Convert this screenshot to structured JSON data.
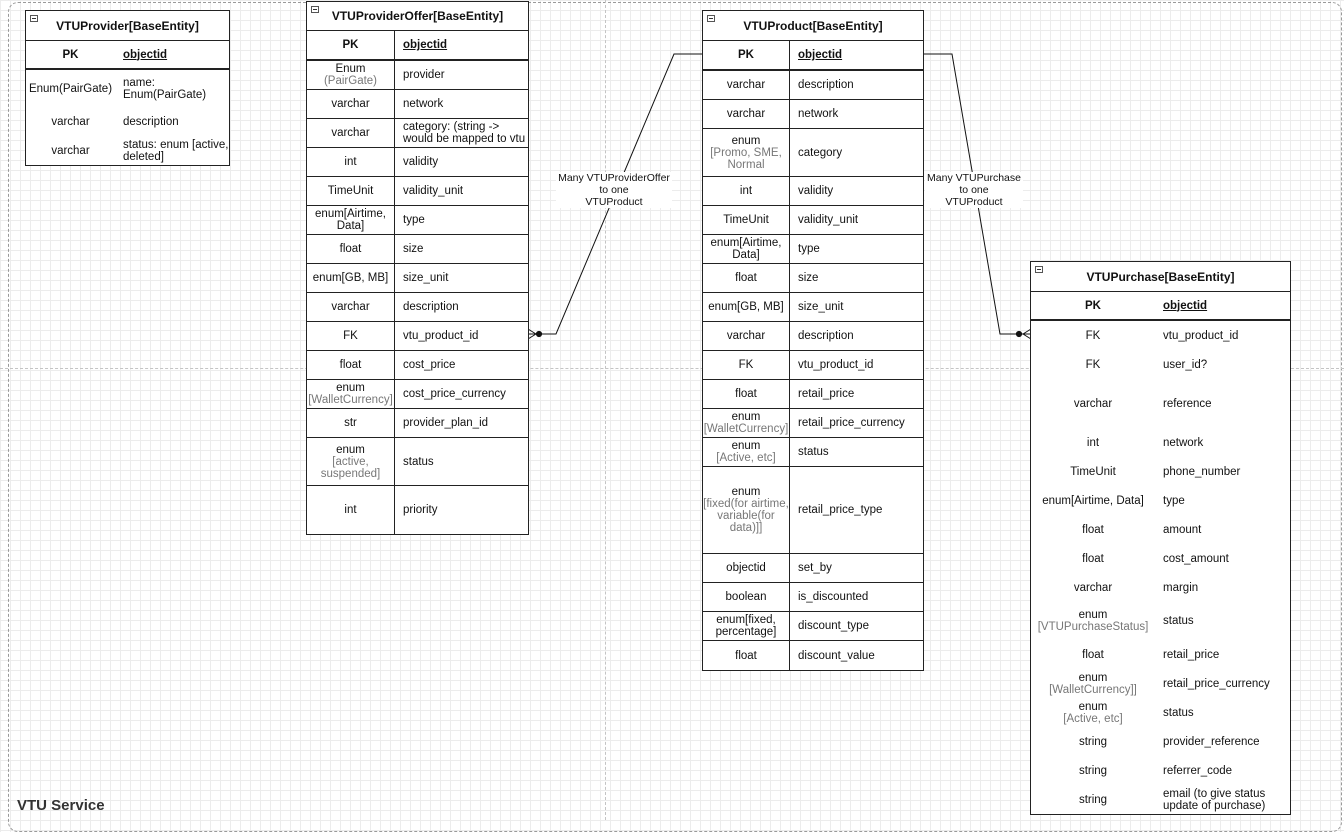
{
  "service_label": "VTU Service",
  "entities": {
    "provider": {
      "title": "VTUProvider[BaseEntity]",
      "pk": [
        "PK",
        "objectid"
      ],
      "rows": [
        [
          "Enum(PairGate)",
          "name: Enum(PairGate)"
        ],
        [
          "varchar",
          "description"
        ],
        [
          "varchar",
          "status: enum [active, deleted]"
        ]
      ]
    },
    "offer": {
      "title": "VTUProviderOffer[BaseEntity]",
      "pk": [
        "PK",
        "objectid"
      ],
      "rows": [
        [
          "Enum|(PairGate)",
          "provider"
        ],
        [
          "varchar",
          "network"
        ],
        [
          "varchar",
          "category: (string -> would be mapped to vtu"
        ],
        [
          "int",
          "validity"
        ],
        [
          "TimeUnit",
          "validity_unit"
        ],
        [
          "enum[Airtime, Data]",
          "type"
        ],
        [
          "float",
          "size"
        ],
        [
          "enum[GB, MB]",
          "size_unit"
        ],
        [
          "varchar",
          "description"
        ],
        [
          "FK",
          "vtu_product_id"
        ],
        [
          "float",
          "cost_price"
        ],
        [
          "enum|[WalletCurrency]",
          "cost_price_currency"
        ],
        [
          "str",
          "provider_plan_id"
        ],
        [
          "enum|[active, suspended]",
          "status"
        ],
        [
          "int",
          "priority"
        ]
      ]
    },
    "product": {
      "title": "VTUProduct[BaseEntity]",
      "pk": [
        "PK",
        "objectid"
      ],
      "rows": [
        [
          "varchar",
          "description"
        ],
        [
          "varchar",
          "network"
        ],
        [
          "enum|[Promo, SME, Normal",
          "category"
        ],
        [
          "int",
          "validity"
        ],
        [
          "TimeUnit",
          "validity_unit"
        ],
        [
          "enum[Airtime, Data]",
          "type"
        ],
        [
          "float",
          "size"
        ],
        [
          "enum[GB, MB]",
          "size_unit"
        ],
        [
          "varchar",
          "description"
        ],
        [
          "FK",
          "vtu_product_id"
        ],
        [
          "float",
          "retail_price"
        ],
        [
          "enum|[WalletCurrency]",
          "retail_price_currency"
        ],
        [
          "enum|[Active, etc]",
          "status"
        ],
        [
          "enum|[fixed(for airtime, variable(for data)]]",
          "retail_price_type"
        ],
        [
          "objectid",
          "set_by"
        ],
        [
          "boolean",
          "is_discounted"
        ],
        [
          "enum[fixed, percentage]",
          "discount_type"
        ],
        [
          "float",
          "discount_value"
        ]
      ]
    },
    "purchase": {
      "title": "VTUPurchase[BaseEntity]",
      "pk": [
        "PK",
        "objectid"
      ],
      "rows": [
        [
          "FK",
          "vtu_product_id"
        ],
        [
          "FK",
          "user_id?"
        ],
        [
          "varchar",
          "reference"
        ],
        [
          "int",
          "network"
        ],
        [
          "TimeUnit",
          "phone_number"
        ],
        [
          "enum[Airtime, Data]",
          "type"
        ],
        [
          "float",
          "amount"
        ],
        [
          "float",
          "cost_amount"
        ],
        [
          "varchar",
          "margin"
        ],
        [
          "enum|[VTUPurchaseStatus]",
          "status"
        ],
        [
          "float",
          "retail_price"
        ],
        [
          "enum|[WalletCurrency]]",
          "retail_price_currency"
        ],
        [
          "enum|[Active, etc]",
          "status"
        ],
        [
          "string",
          "provider_reference"
        ],
        [
          "string",
          "referrer_code"
        ],
        [
          "string",
          "email (to give status update of purchase)"
        ]
      ]
    }
  },
  "relationships": [
    {
      "label_main": "Many VTUProviderOffer",
      "label_sub1": "to one",
      "label_sub2": "VTUProduct"
    },
    {
      "label_main": "Many VTUPurchase",
      "label_sub1": "to one",
      "label_sub2": "VTUProduct"
    }
  ]
}
